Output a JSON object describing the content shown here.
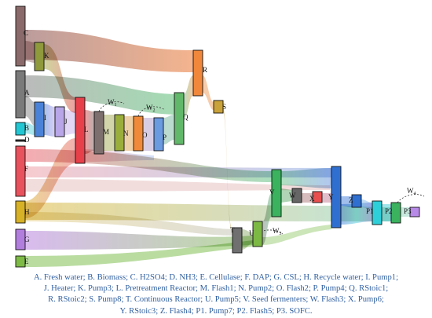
{
  "nodes": [
    {
      "id": "C",
      "label": "C",
      "color": "#8a6a6a"
    },
    {
      "id": "K",
      "label": "K",
      "color": "#8e9a3c"
    },
    {
      "id": "A",
      "label": "A",
      "color": "#7a7a7a"
    },
    {
      "id": "B",
      "label": "B",
      "color": "#22c7d4"
    },
    {
      "id": "D",
      "label": "D",
      "color": "#333333"
    },
    {
      "id": "F",
      "label": "F",
      "color": "#e8525c"
    },
    {
      "id": "H",
      "label": "H",
      "color": "#d7b126"
    },
    {
      "id": "G",
      "label": "G",
      "color": "#b27ede"
    },
    {
      "id": "E",
      "label": "E",
      "color": "#7dbb46"
    },
    {
      "id": "I",
      "label": "I",
      "color": "#4a82d8"
    },
    {
      "id": "J",
      "label": "J",
      "color": "#b8a6e8"
    },
    {
      "id": "L",
      "label": "L",
      "color": "#e8404a"
    },
    {
      "id": "M",
      "label": "M",
      "color": "#7e6f6f"
    },
    {
      "id": "N",
      "label": "N",
      "color": "#9aae3c"
    },
    {
      "id": "O",
      "label": "O",
      "color": "#f08a3a"
    },
    {
      "id": "P",
      "label": "P",
      "color": "#6a9ae0"
    },
    {
      "id": "Q",
      "label": "Q",
      "color": "#62b86a"
    },
    {
      "id": "R",
      "label": "R",
      "color": "#f0873a"
    },
    {
      "id": "S",
      "label": "S",
      "color": "#caa23a"
    },
    {
      "id": "T",
      "label": "T",
      "color": "#707070"
    },
    {
      "id": "U",
      "label": "U",
      "color": "#7cb844"
    },
    {
      "id": "V",
      "label": "V",
      "color": "#3ab25e"
    },
    {
      "id": "W",
      "label": "W",
      "color": "#666666"
    },
    {
      "id": "X",
      "label": "X",
      "color": "#e85050"
    },
    {
      "id": "Y",
      "label": "Y",
      "color": "#2f6fd0"
    },
    {
      "id": "Z",
      "label": "Z",
      "color": "#2f6fd0"
    },
    {
      "id": "P1",
      "label": "P1",
      "color": "#2ecfd8"
    },
    {
      "id": "P2",
      "label": "P2",
      "color": "#3ab25e"
    },
    {
      "id": "P3",
      "label": "P3",
      "color": "#b88ae8"
    }
  ],
  "heat_labels": [
    {
      "id": "W1",
      "label": "W",
      "sub": "1"
    },
    {
      "id": "W2",
      "label": "W",
      "sub": "2"
    },
    {
      "id": "W3",
      "label": "W",
      "sub": "3"
    },
    {
      "id": "W4",
      "label": "W",
      "sub": "4"
    }
  ],
  "caption": {
    "lines": [
      "A. Fresh water; B. Biomass; C. H2SO4; D. NH3; E. Cellulase; F. DAP; G. CSL; H. Recycle water; I. Pump1;",
      "J. Heater; K. Pump3; L. Pretreatment Reactor; M. Flash1; N. Pump2; O. Flash2; P. Pump4; Q. RStoic1;",
      "R. RStoic2; S. Pump8; T. Continuous Reactor; U. Pump5; V. Seed fermenters; W. Flash3; X. Pump6;",
      "Y. RStoic3; Z. Flash4; P1. Pump7; P2. Flash5; P3. SOFC."
    ]
  },
  "colors": {
    "caption": "#2f5fa0",
    "node_border": "#111111"
  }
}
